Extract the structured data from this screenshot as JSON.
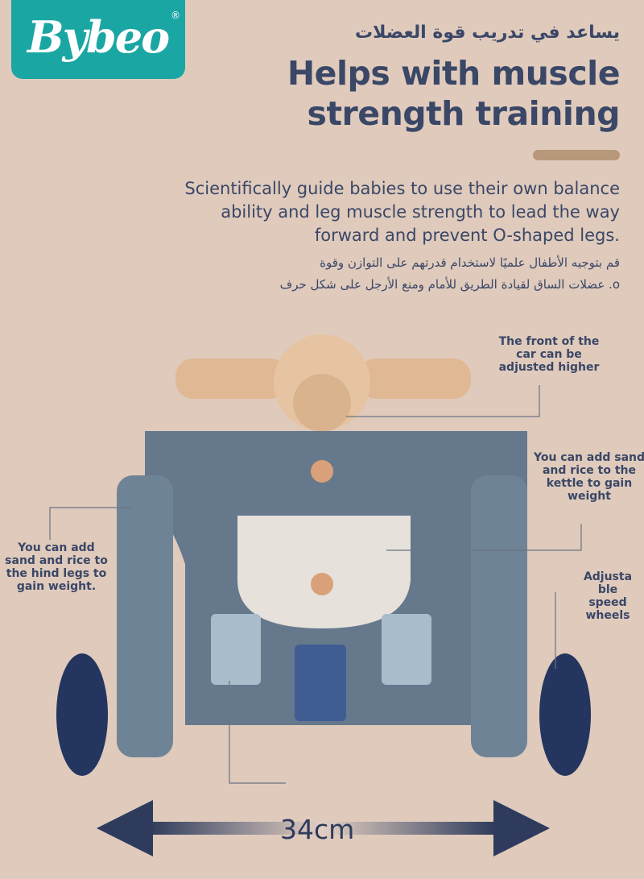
{
  "brand": {
    "name": "Bybeo",
    "registered": "®",
    "color": "#1aa6a3"
  },
  "heading": {
    "arabic": "يساعد في تدريب قوة العضلات",
    "english_line1": "Helps with muscle",
    "english_line2": "strength training"
  },
  "description": {
    "english": [
      "Scientifically guide babies to use their own balance",
      "ability and leg muscle strength to lead the way",
      "forward and prevent O-shaped legs."
    ],
    "arabic": [
      "قم بتوجيه الأطفال علميًا لاستخدام قدرتهم على التوازن وقوة",
      "o. عضلات الساق لقيادة الطريق للأمام ومنع الأرجل على شكل حرف"
    ]
  },
  "callouts": {
    "front": "The front of the car can be adjusted higher",
    "kettle": "You can add sand and rice to the kettle to gain weight",
    "hind": "You can add sand and rice to the hind legs to gain weight.",
    "wheels": "Adjusta ble speed wheels"
  },
  "dimension": "34cm"
}
